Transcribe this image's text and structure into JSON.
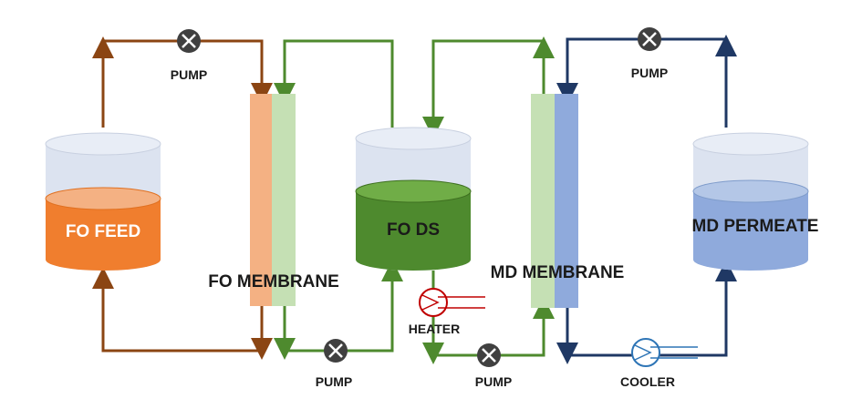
{
  "labels": {
    "fo_feed": "FO FEED",
    "fo_ds": "FO DS",
    "md_permeate": "MD PERMEATE",
    "fo_membrane": "FO MEMBRANE",
    "md_membrane": "MD MEMBRANE",
    "pump_top_left": "PUMP",
    "pump_top_right": "PUMP",
    "pump_bottom_mid": "PUMP",
    "pump_bottom_right": "PUMP",
    "heater": "HEATER",
    "cooler": "COOLER"
  },
  "colors": {
    "feed_loop": "#8B4513",
    "ds_loop": "#4E8A2E",
    "permeate_loop": "#1F3864",
    "feed_liquid": "#F07E2E",
    "ds_liquid": "#4E8A2E",
    "permeate_liquid": "#8FAADC",
    "fo_membrane_feed_side": "#F4B183",
    "membrane_ds_side": "#C5E0B4",
    "md_membrane_permeate_side": "#8FAADC",
    "heater": "#C00000",
    "cooler": "#2E75B6",
    "pump": "#404040"
  },
  "icons": {
    "pump": "pump-icon",
    "heater": "heater-icon",
    "cooler": "cooler-icon"
  }
}
